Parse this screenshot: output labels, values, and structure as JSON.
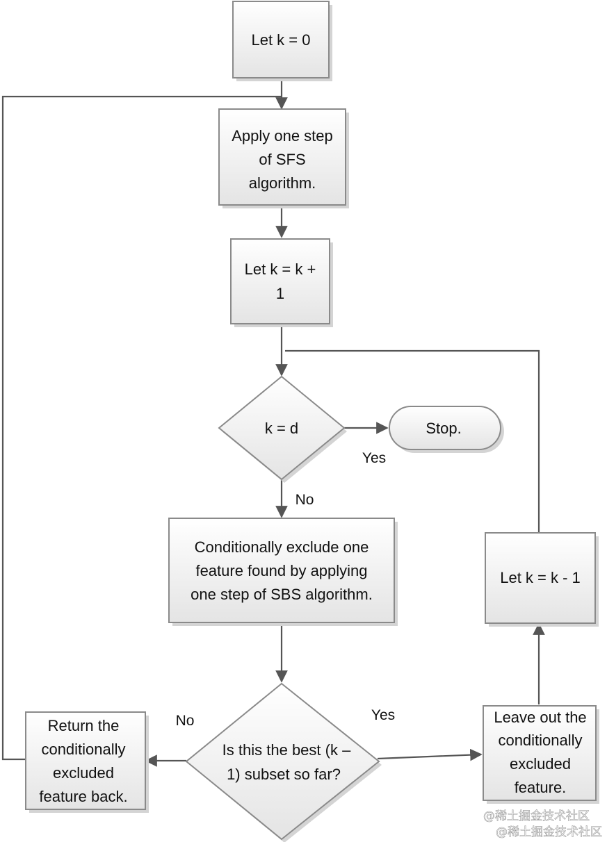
{
  "nodes": {
    "init": "Let k = 0",
    "sfs": [
      "Apply one step",
      "of SFS",
      "algorithm."
    ],
    "inc": [
      "Let k = k +",
      "1"
    ],
    "check_d": "k = d",
    "stop": "Stop.",
    "exclude": [
      "Conditionally exclude one",
      "feature found by applying",
      "one step of SBS algorithm."
    ],
    "best": [
      "Is this the best (k –",
      "1) subset so far?"
    ],
    "return_back": [
      "Return the",
      "conditionally",
      "excluded",
      "feature back."
    ],
    "leave_out": [
      "Leave out the",
      "conditionally",
      "excluded",
      "feature."
    ],
    "dec": "Let k = k - 1"
  },
  "edge_labels": {
    "check_yes": "Yes",
    "check_no": "No",
    "best_no": "No",
    "best_yes": "Yes"
  },
  "watermark": [
    "@稀土掘金技术社区",
    "@稀土掘金技术社区"
  ],
  "colors": {
    "box_top": "#ffffff",
    "box_bottom": "#e6e6e6",
    "border": "#8a8a8a",
    "arrow": "#555555",
    "text": "#111111"
  }
}
